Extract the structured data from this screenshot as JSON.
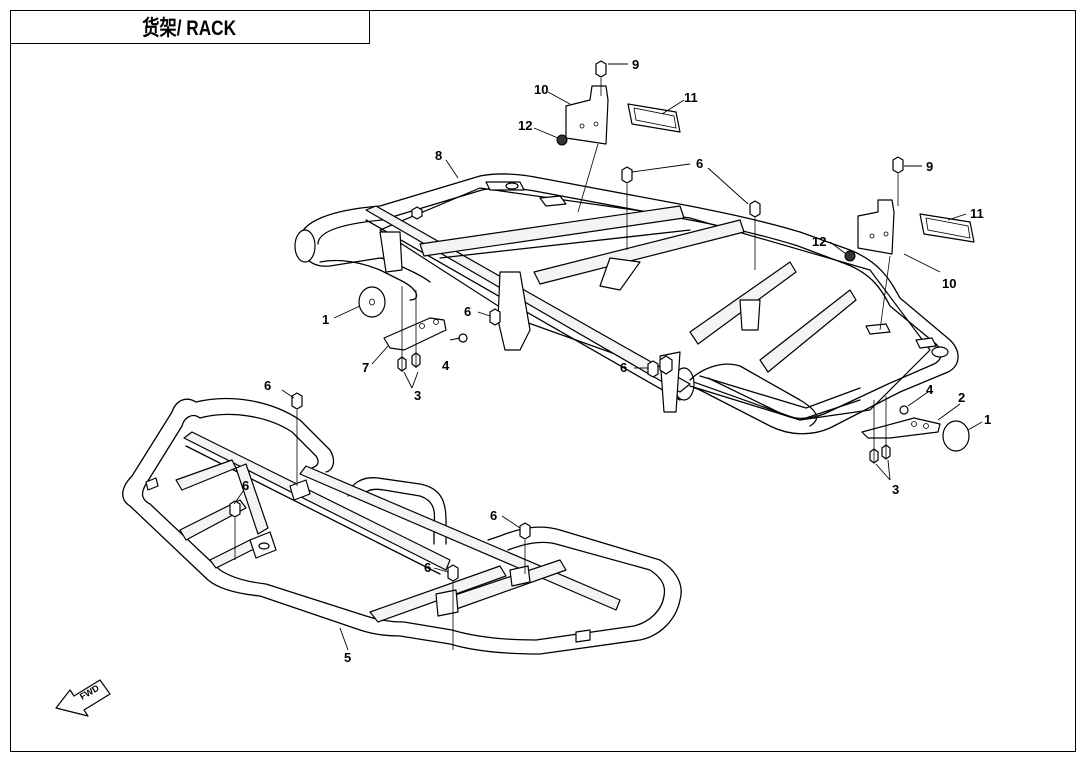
{
  "title": "货架/ RACK",
  "fwd_label": "FWD",
  "callouts": [
    "1",
    "2",
    "3",
    "4",
    "5",
    "6",
    "7",
    "8",
    "9",
    "10",
    "11",
    "12"
  ],
  "colors": {
    "line": "#000000",
    "background": "#ffffff"
  }
}
